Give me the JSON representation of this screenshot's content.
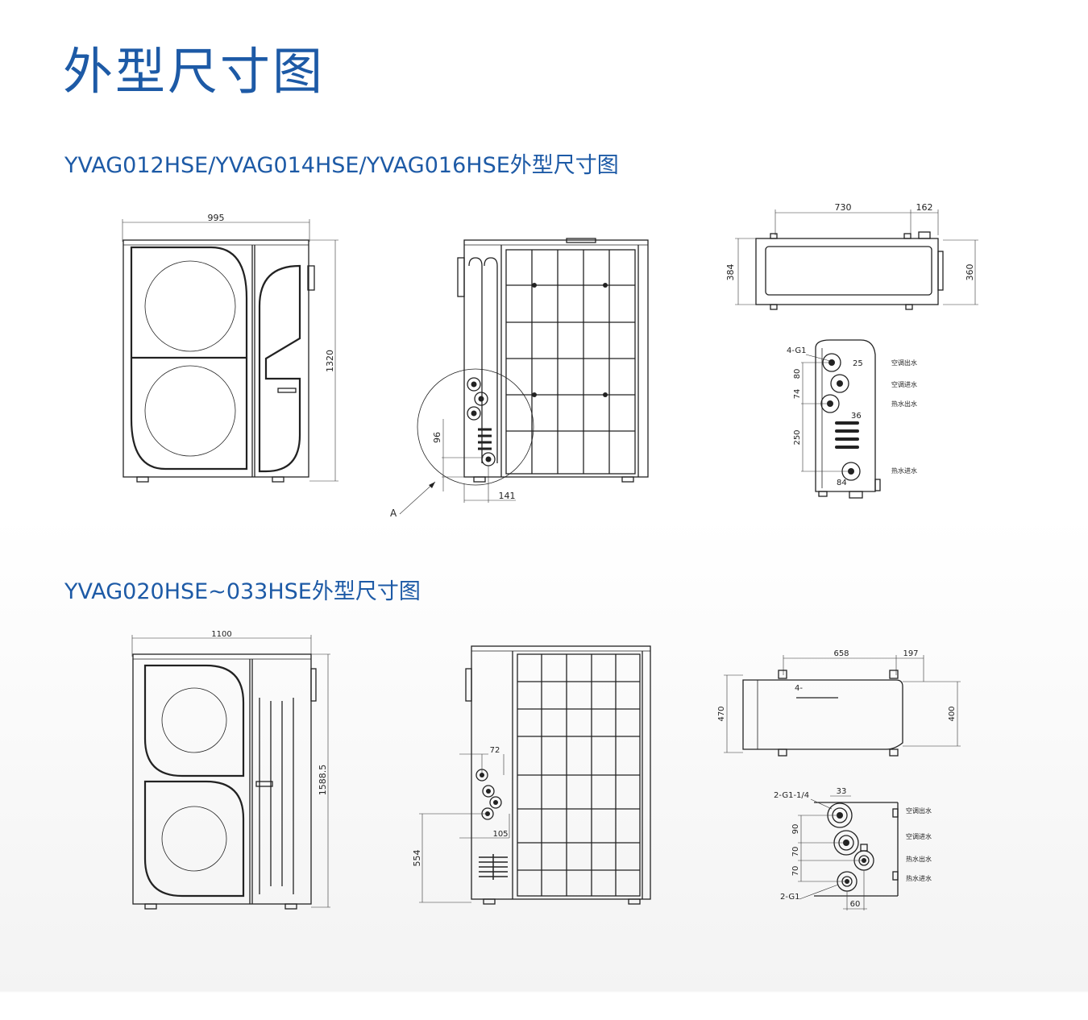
{
  "page": {
    "title": "外型尺寸图"
  },
  "section_small": {
    "title": "YVAG012HSE/YVAG014HSE/YVAG016HSE外型尺寸图",
    "front": {
      "width": "995",
      "height": "1320"
    },
    "side": {
      "d96": "96",
      "d141": "141",
      "detail_label": "A"
    },
    "top": {
      "d730": "730",
      "d162": "162",
      "d384": "384",
      "d360": "360"
    },
    "pipes": {
      "conn": "4-G1",
      "d25": "25",
      "d80": "80",
      "d74": "74",
      "d36": "36",
      "d250": "250",
      "d84": "84",
      "labels": [
        "空调出水",
        "空调进水",
        "热水出水",
        "热水进水"
      ]
    }
  },
  "section_large": {
    "title": "YVAG020HSE~033HSE外型尺寸图",
    "front": {
      "width": "1100",
      "height": "1588.5"
    },
    "side": {
      "d72": "72",
      "d105": "105",
      "d554": "554"
    },
    "top": {
      "d658": "658",
      "d197": "197",
      "d470": "470",
      "d400": "400",
      "holes": "4-"
    },
    "pipes": {
      "conn_a": "2-G1-1/4",
      "conn_b": "2-G1",
      "d33": "33",
      "d90": "90",
      "d70a": "70",
      "d70b": "70",
      "d60": "60",
      "labels": [
        "空调出水",
        "空调进水",
        "热水出水",
        "热水进水"
      ]
    }
  }
}
